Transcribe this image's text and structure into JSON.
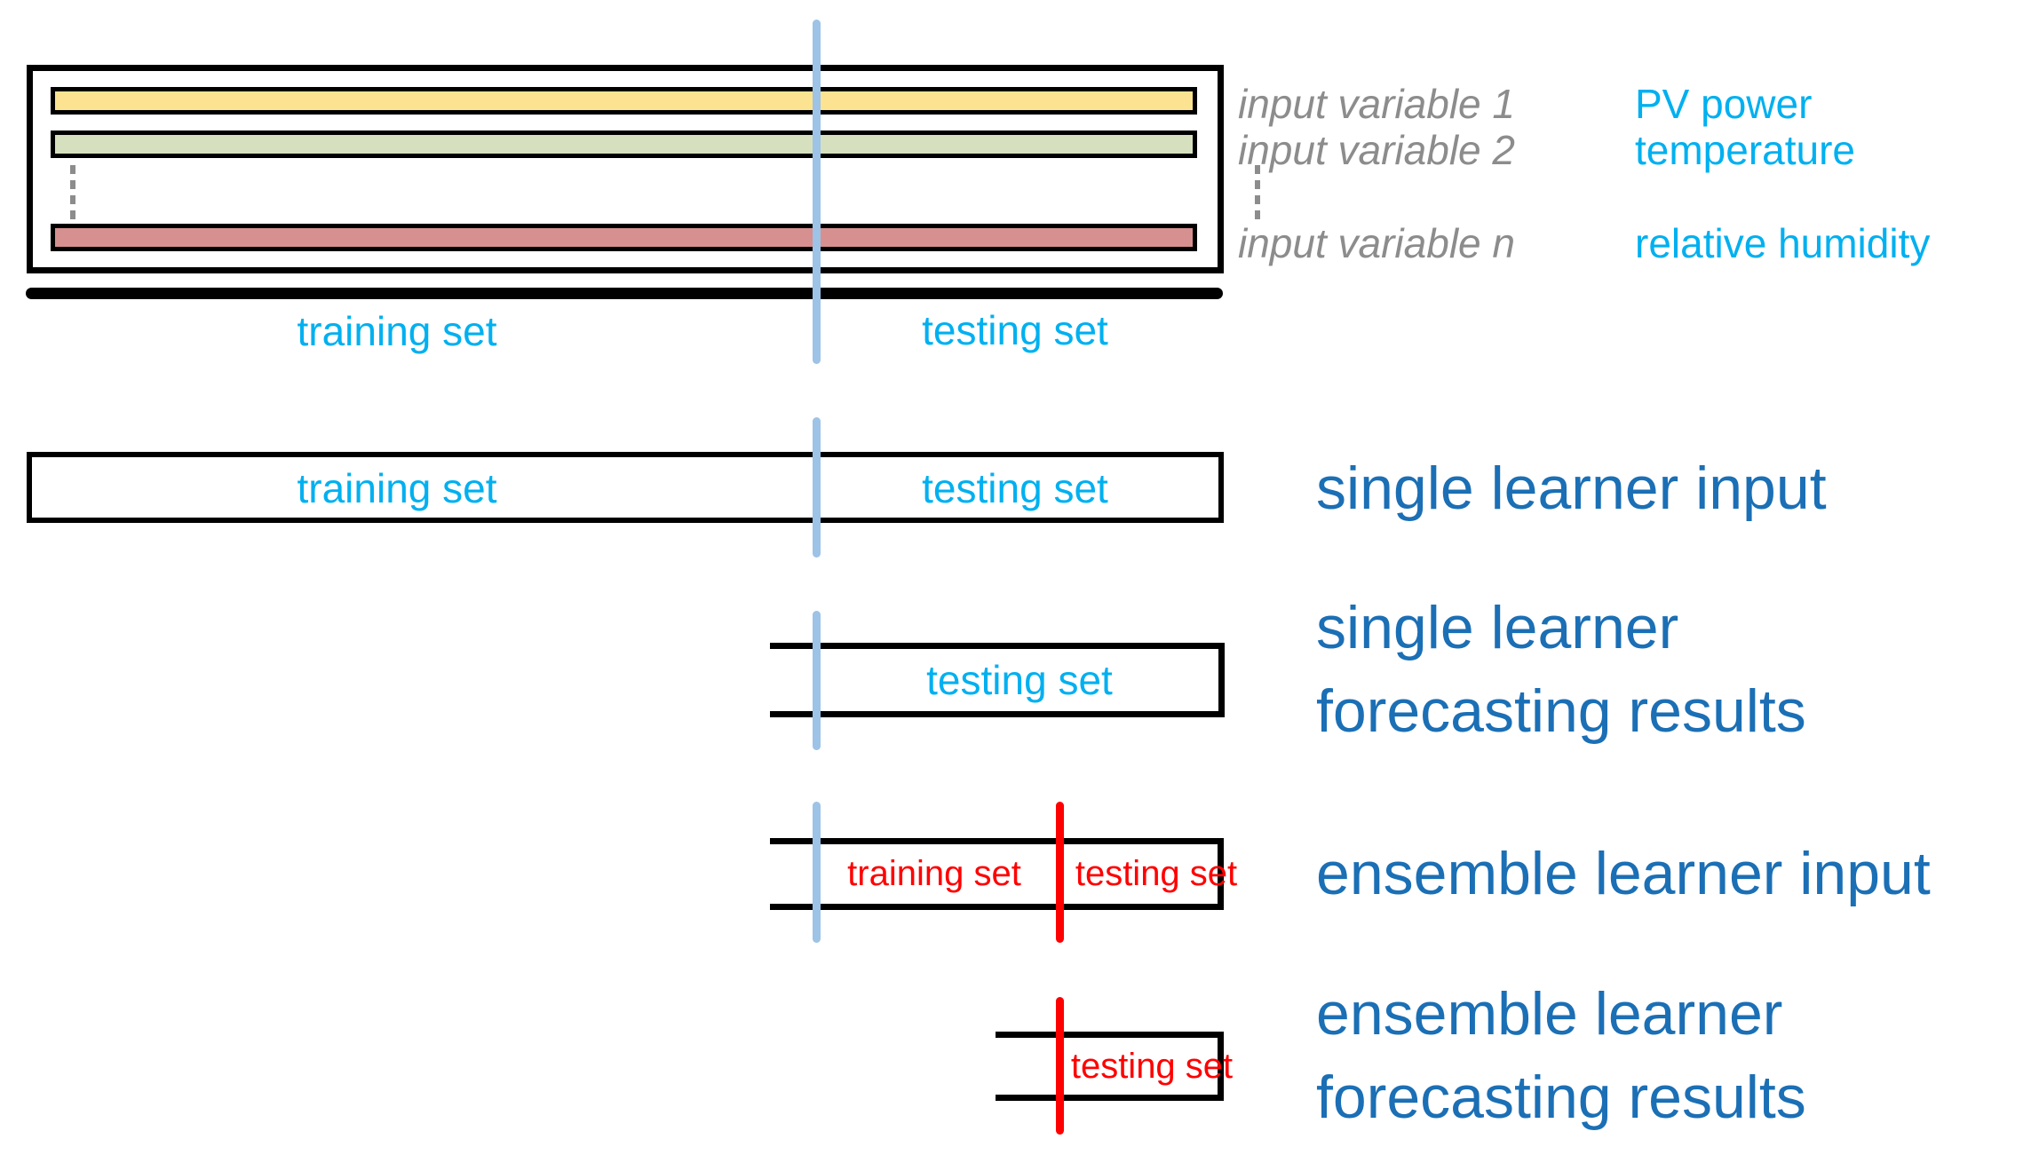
{
  "colors": {
    "cyan": "#00B0F0",
    "blue": "#1B6FB5",
    "red": "#FF0000",
    "gray": "#8C8C8C",
    "light_blue": "#9DC3E6",
    "bar_yellow": "#FCE392",
    "bar_green": "#D6E0BF",
    "bar_pink": "#D69090",
    "black": "#000000"
  },
  "top_panel": {
    "training_set_label": "training set",
    "testing_set_label": "testing set",
    "input_variables": [
      {
        "name": "input variable 1",
        "meaning": "PV power"
      },
      {
        "name": "input variable 2",
        "meaning": "temperature"
      },
      {
        "name": "input variable n",
        "meaning": "relative humidity"
      }
    ]
  },
  "single_learner_input": {
    "training_set_label": "training set",
    "testing_set_label": "testing set",
    "caption": "single learner input"
  },
  "single_learner_results": {
    "testing_set_label": "testing set",
    "caption_line1": "single learner",
    "caption_line2": "forecasting results"
  },
  "ensemble_learner_input": {
    "training_set_label": "training set",
    "testing_set_label": "testing set",
    "caption": "ensemble learner input"
  },
  "ensemble_learner_results": {
    "testing_set_label": "testing set",
    "caption_line1": "ensemble learner",
    "caption_line2": "forecasting results"
  }
}
